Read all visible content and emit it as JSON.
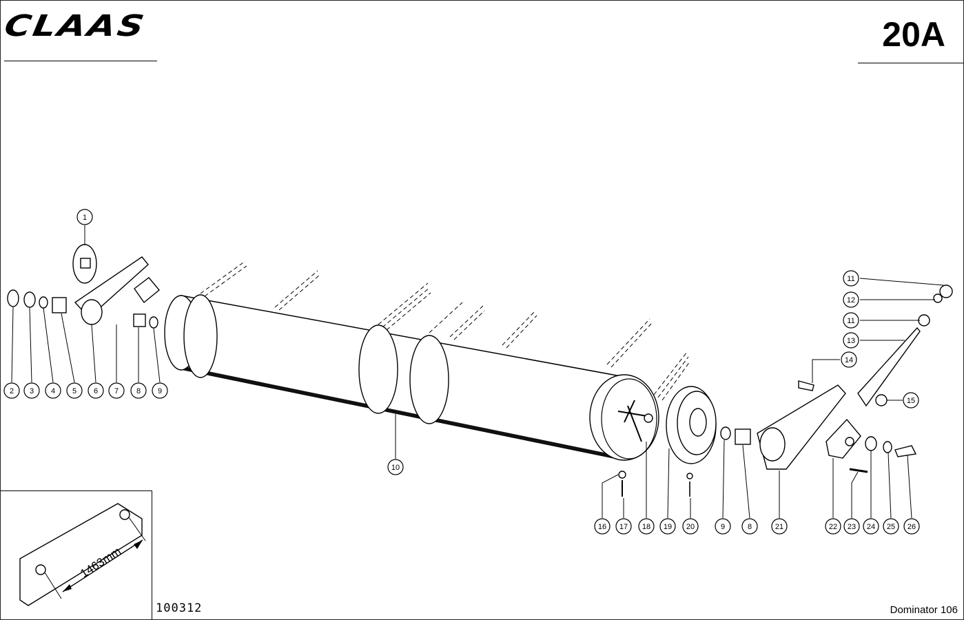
{
  "header": {
    "brand": "CLAAS",
    "page_code": "20A"
  },
  "footer": {
    "document_number": "100312",
    "model": "Dominator 106"
  },
  "inset": {
    "dimension_label": "1463mm"
  },
  "callouts": [
    {
      "id": "c1",
      "number": "1"
    },
    {
      "id": "c2",
      "number": "2"
    },
    {
      "id": "c3",
      "number": "3"
    },
    {
      "id": "c4",
      "number": "4"
    },
    {
      "id": "c5",
      "number": "5"
    },
    {
      "id": "c6",
      "number": "6"
    },
    {
      "id": "c7",
      "number": "7"
    },
    {
      "id": "c8a",
      "number": "8"
    },
    {
      "id": "c9a",
      "number": "9"
    },
    {
      "id": "c10",
      "number": "10"
    },
    {
      "id": "c11a",
      "number": "11"
    },
    {
      "id": "c12",
      "number": "12"
    },
    {
      "id": "c11b",
      "number": "11"
    },
    {
      "id": "c13",
      "number": "13"
    },
    {
      "id": "c14",
      "number": "14"
    },
    {
      "id": "c15",
      "number": "15"
    },
    {
      "id": "c16",
      "number": "16"
    },
    {
      "id": "c17",
      "number": "17"
    },
    {
      "id": "c18",
      "number": "18"
    },
    {
      "id": "c19",
      "number": "19"
    },
    {
      "id": "c20",
      "number": "20"
    },
    {
      "id": "c9b",
      "number": "9"
    },
    {
      "id": "c8b",
      "number": "8"
    },
    {
      "id": "c21",
      "number": "21"
    },
    {
      "id": "c22",
      "number": "22"
    },
    {
      "id": "c23",
      "number": "23"
    },
    {
      "id": "c24",
      "number": "24"
    },
    {
      "id": "c25",
      "number": "25"
    },
    {
      "id": "c26",
      "number": "26"
    }
  ]
}
